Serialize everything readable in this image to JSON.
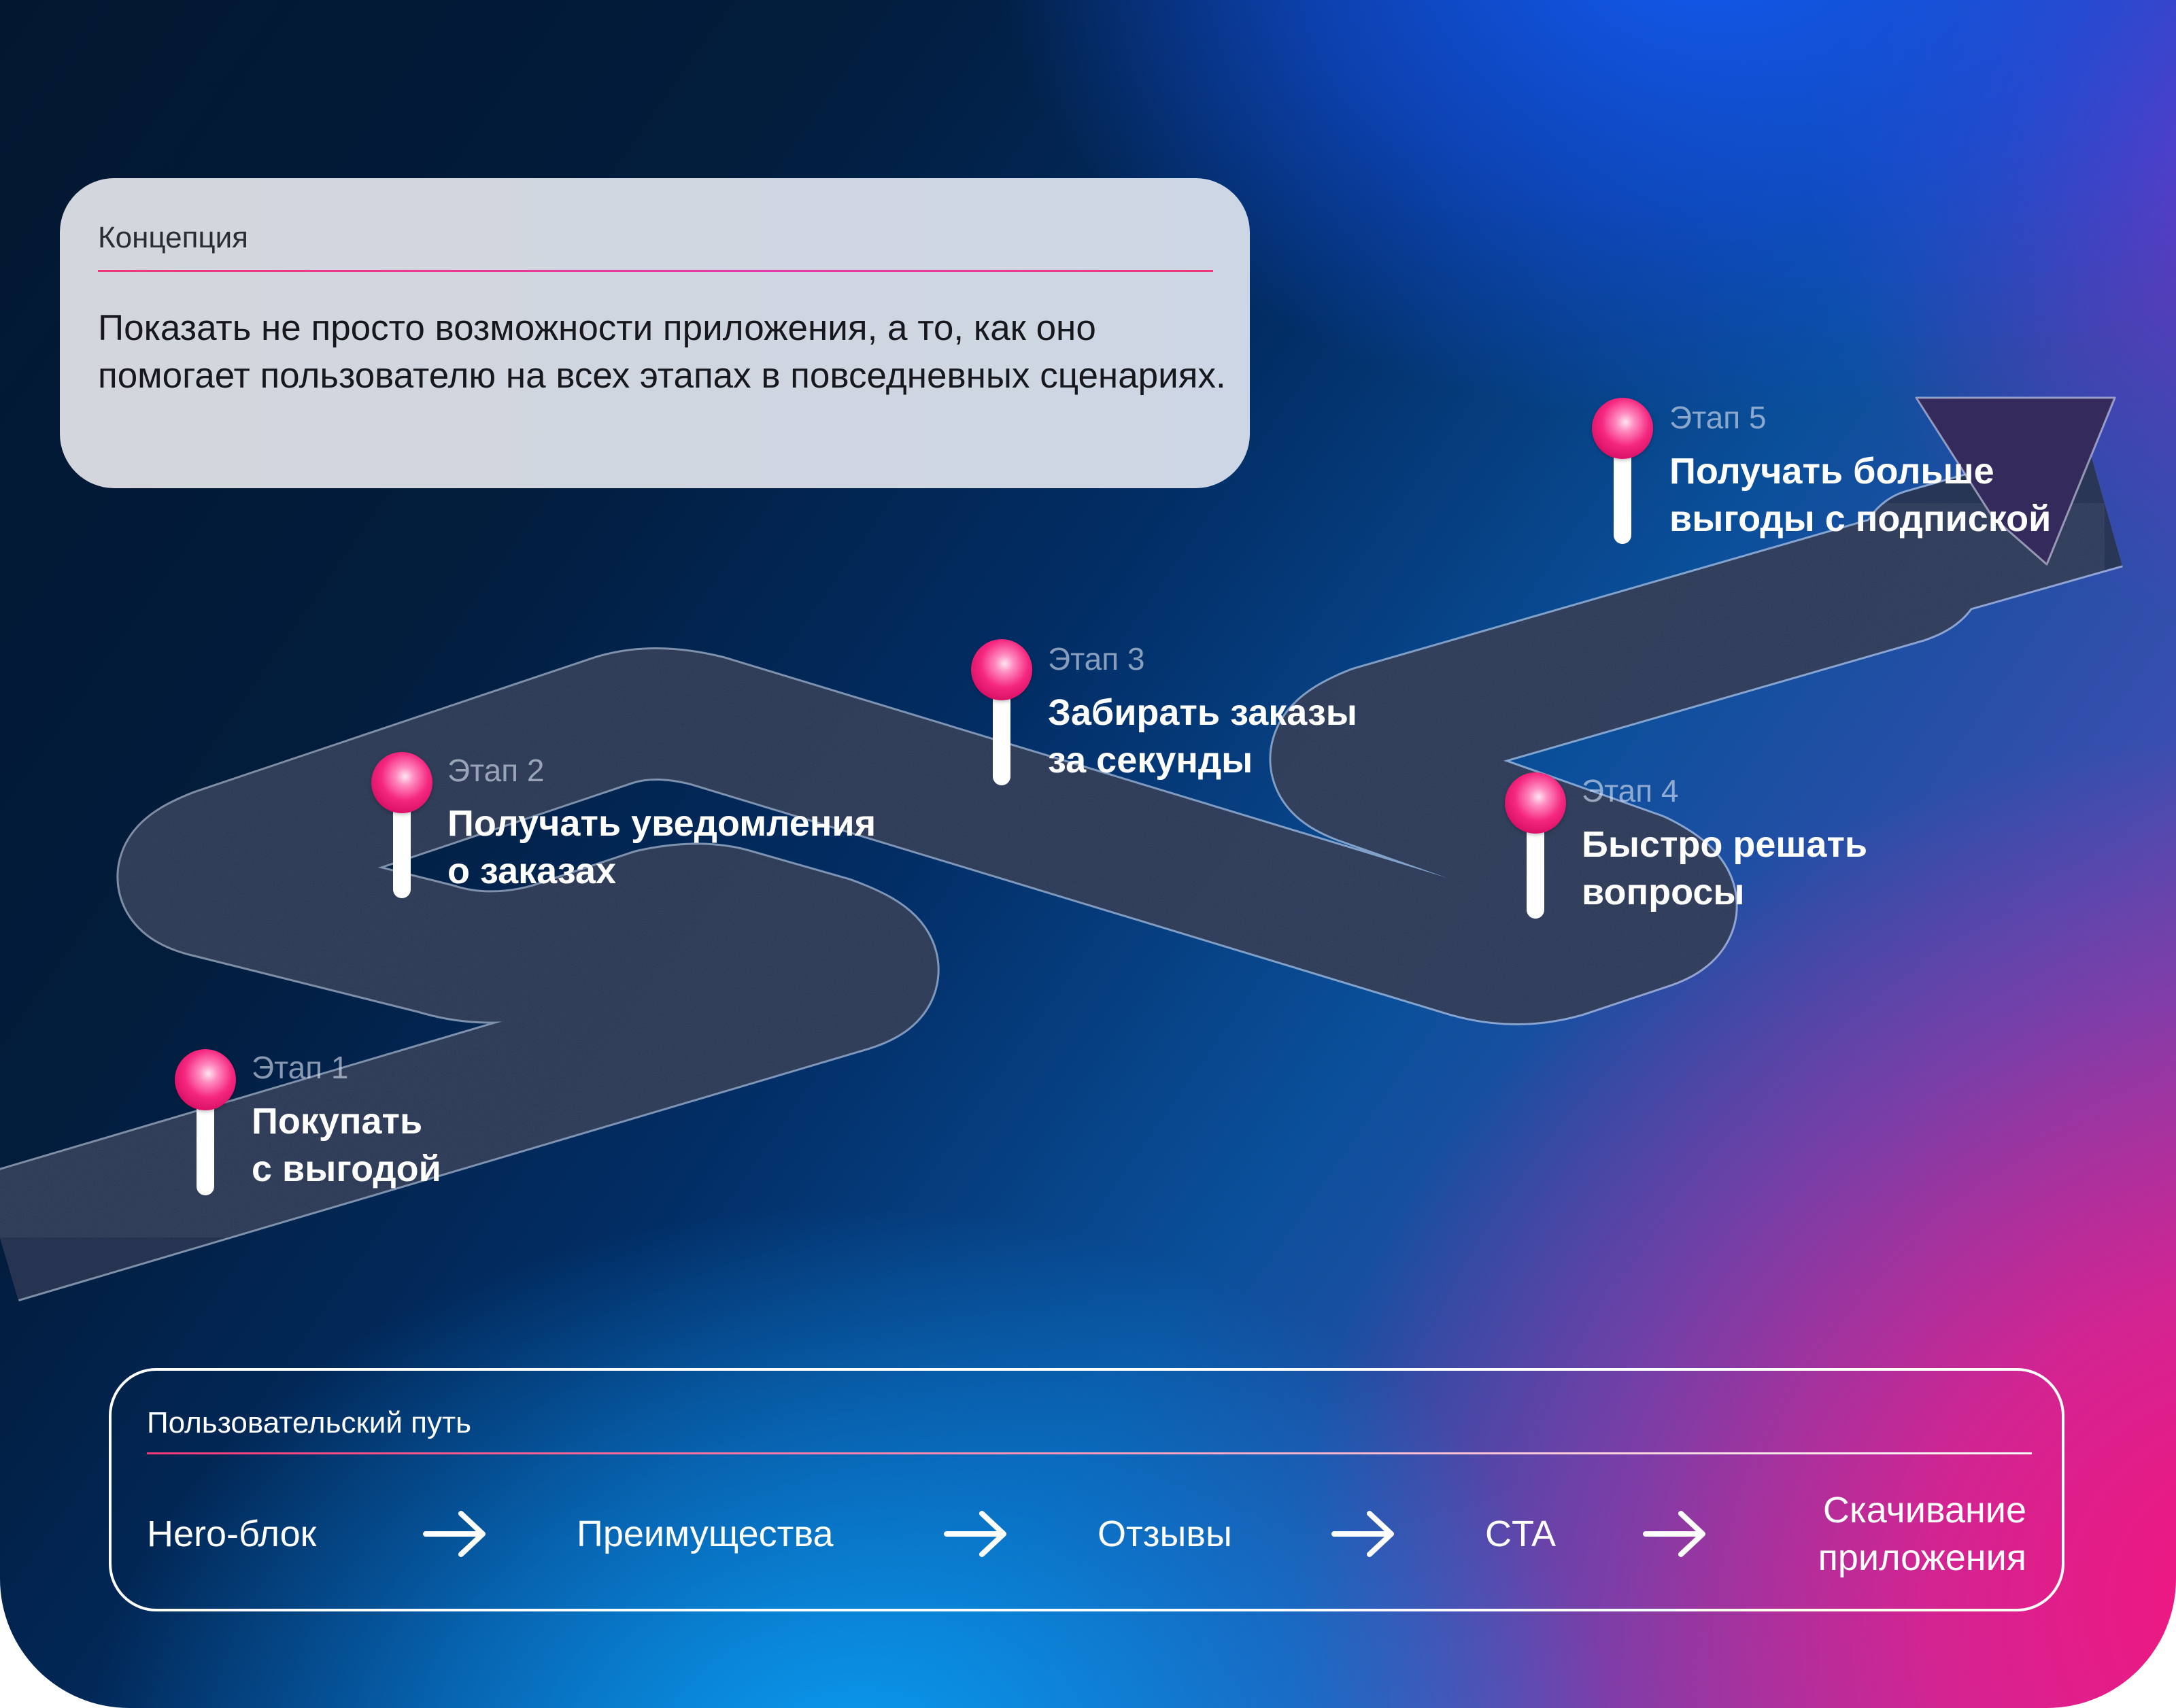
{
  "concept": {
    "title": "Концепция",
    "text": "Показать не просто возможности приложения, а то, как оно помогает пользователю на всех этапах в повседневных сценариях."
  },
  "stages": [
    {
      "label": "Этап 1",
      "text_line1": "Покупать",
      "text_line2": "с выгодой"
    },
    {
      "label": "Этап 2",
      "text_line1": "Получать уведомления",
      "text_line2": "о заказах"
    },
    {
      "label": "Этап 3",
      "text_line1": "Забирать заказы",
      "text_line2": "за секунды"
    },
    {
      "label": "Этап 4",
      "text_line1": "Быстро решать",
      "text_line2": "вопросы"
    },
    {
      "label": "Этап 5",
      "text_line1": "Получать больше",
      "text_line2": "выгоды с подпиской"
    }
  ],
  "user_path": {
    "title": "Пользовательский путь",
    "steps": [
      {
        "label": "Hero-блок"
      },
      {
        "label": "Преимущества"
      },
      {
        "label": "Отзывы"
      },
      {
        "label": "CTA"
      },
      {
        "label_line1": "Скачивание",
        "label_line2": "приложения"
      }
    ],
    "arrow_icon": "arrow-right-icon"
  },
  "colors": {
    "pin_accent": "#f5277f",
    "rule_accent": "#f0397a",
    "bg_dark": "#031830",
    "bg_blue": "#0a9ff5",
    "bg_pink": "#f5147d"
  }
}
